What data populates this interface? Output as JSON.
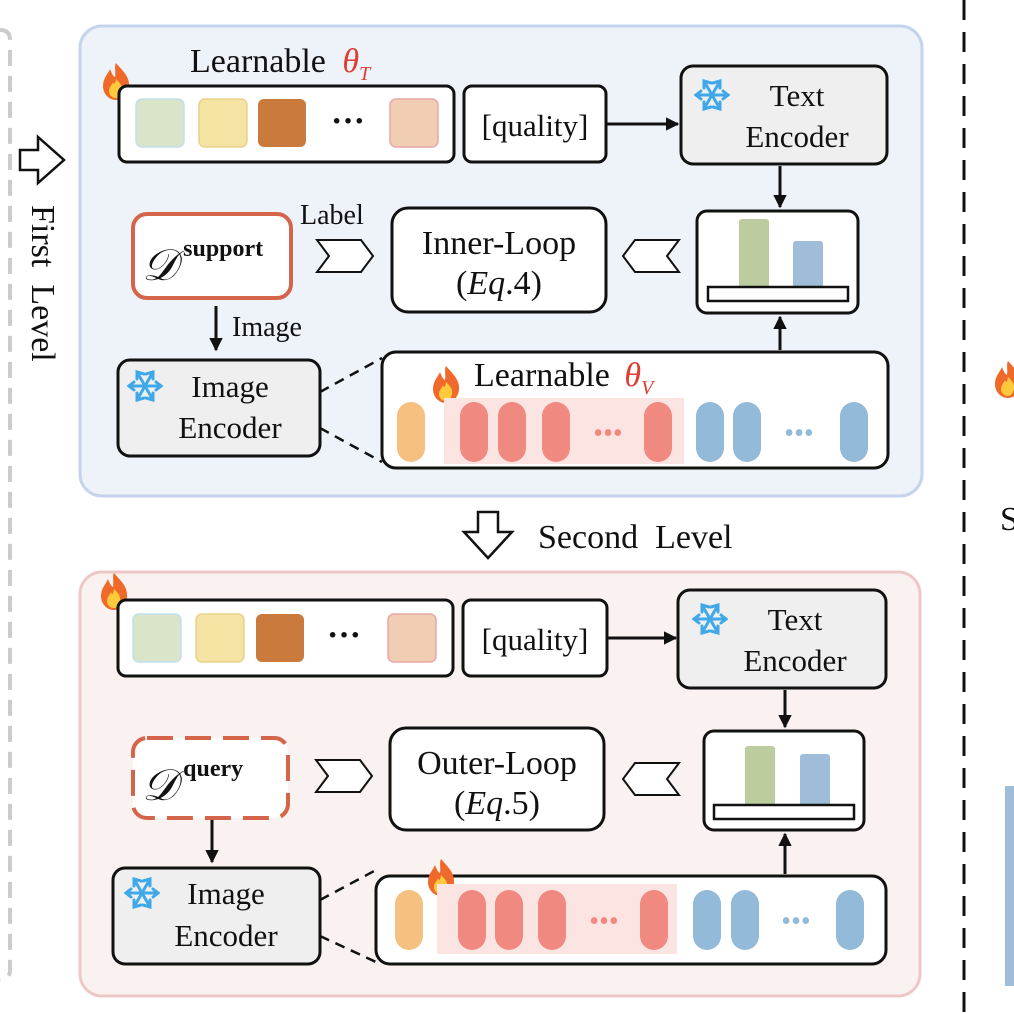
{
  "colors": {
    "panel_top_fill": "#eef2f9",
    "panel_top_stroke": "#c5d3ec",
    "panel_bottom_fill": "#faf1f1",
    "panel_bottom_stroke": "#efc7c7",
    "red_accent": "#e03c31",
    "support_border": "#d4654a",
    "snowflake": "#3fa8e8",
    "prompt_green": "#d9e4c9",
    "prompt_yellow": "#f5e3a3",
    "prompt_brown": "#c97a3c",
    "prompt_peach": "#f1cdb4",
    "bar_green": "#bccc9f",
    "bar_blue": "#9fbcd8",
    "token_orange": "#f6c080",
    "token_red": "#f08a80",
    "token_blue": "#93bad8",
    "token_band": "#fbe4e2"
  },
  "icons": {
    "fire": "fire-icon",
    "snowflake": "snowflake-icon",
    "hollow_arrow": "hollow-arrow-icon"
  },
  "first_level": {
    "side_label": "First  Level",
    "learnable_text": "Learnable",
    "theta_text_symbol": "θ",
    "theta_text_sub": "T",
    "prompt_ellipsis": "···",
    "quality_token": "[quality]",
    "text_encoder_l1": "Text",
    "text_encoder_l2": "Encoder",
    "support_symbol": "𝒟",
    "support_sup": "support",
    "label_text": "Label",
    "image_text": "Image",
    "inner_loop_l1": "Inner-Loop",
    "inner_loop_eq": "Eq",
    "inner_loop_num": ".4)",
    "image_encoder_l1": "Image",
    "image_encoder_l2": "Encoder",
    "learnable_visual_text": "Learnable",
    "theta_visual_symbol": "θ",
    "theta_visual_sub": "V",
    "token_ellipsis_red": "•••",
    "token_ellipsis_blue": "•••"
  },
  "second_level": {
    "label": "Second  Level",
    "prompt_ellipsis": "···",
    "quality_token": "[quality]",
    "text_encoder_l1": "Text",
    "text_encoder_l2": "Encoder",
    "query_symbol": "𝒟",
    "query_sup": "query",
    "outer_loop_l1": "Outer-Loop",
    "outer_loop_eq": "Eq",
    "outer_loop_num": ".5)",
    "image_encoder_l1": "Image",
    "image_encoder_l2": "Encoder",
    "token_ellipsis_red": "•••",
    "token_ellipsis_blue": "•••"
  },
  "right_partial": {
    "s_fragment": "S"
  }
}
